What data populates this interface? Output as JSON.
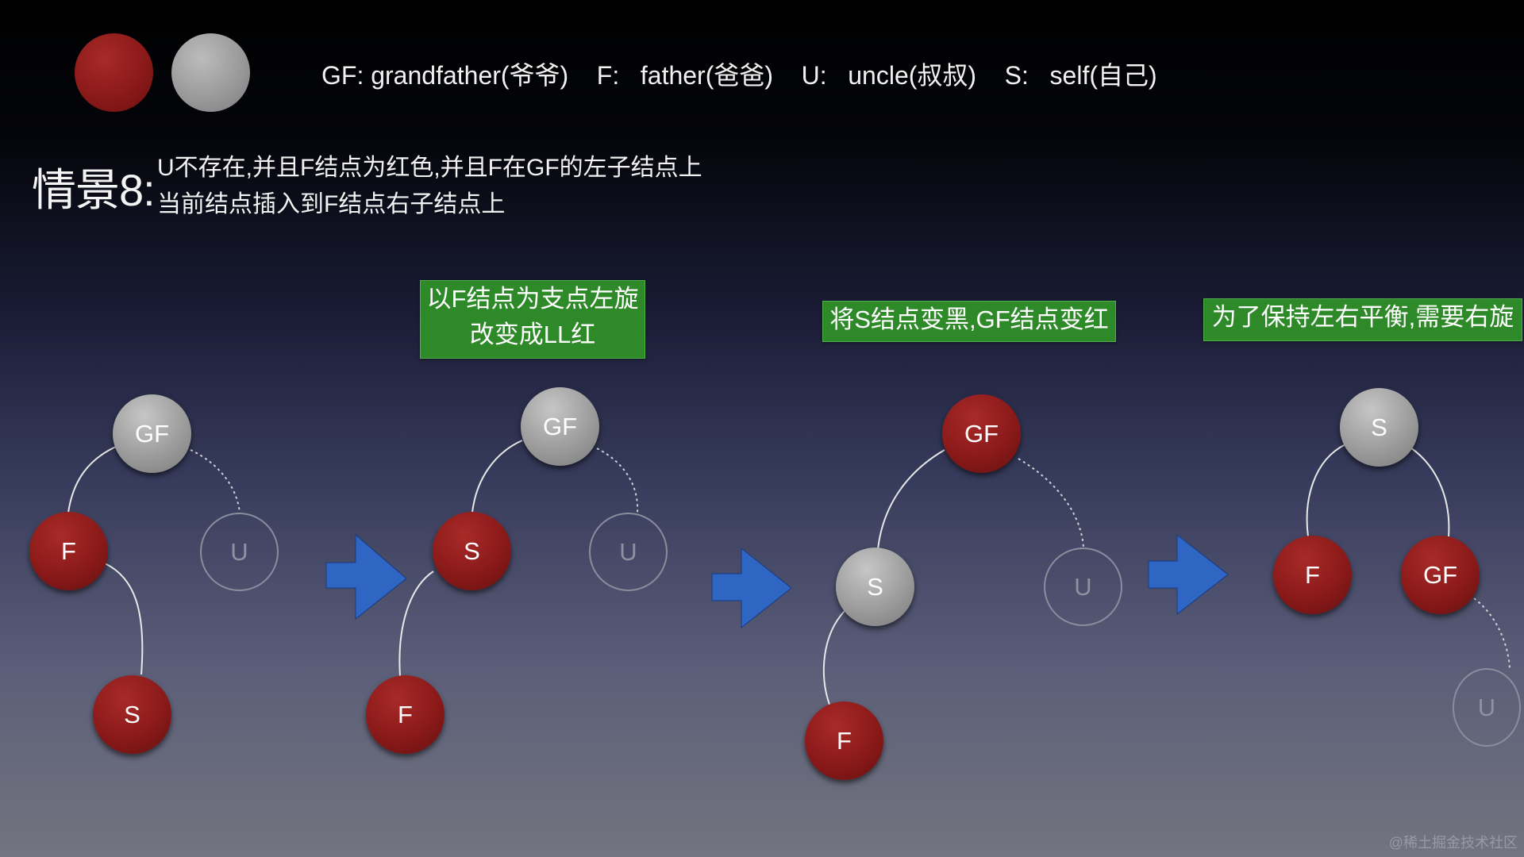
{
  "legend": {
    "red_color": "#8a1a19",
    "black_color": "#9a9a9a",
    "text": "GF: grandfather(爷爷)    F:   father(爸爸)    U:   uncle(叔叔)    S:   self(自己)"
  },
  "scene": {
    "title": "情景8:",
    "line1": "U不存在,并且F结点为红色,并且F在GF的左子结点上",
    "line2": "当前结点插入到F结点右子结点上"
  },
  "steps": [
    {
      "line1": "以F结点为支点左旋",
      "line2": "改变成LL红"
    },
    {
      "line1": "将S结点变黑,GF结点变红"
    },
    {
      "line1": "为了保持左右平衡,需要右旋"
    }
  ],
  "step_box_color": "#2e8a28",
  "arrow_color": "#2f66c4",
  "trees": [
    {
      "gf": "GF",
      "f": "F",
      "s": "S",
      "u": "U"
    },
    {
      "gf": "GF",
      "s": "S",
      "f": "F",
      "u": "U"
    },
    {
      "gf": "GF",
      "s": "S",
      "f": "F",
      "u": "U"
    },
    {
      "s": "S",
      "f": "F",
      "gf": "GF",
      "u": "U"
    }
  ],
  "watermark": "@稀土掘金技术社区"
}
